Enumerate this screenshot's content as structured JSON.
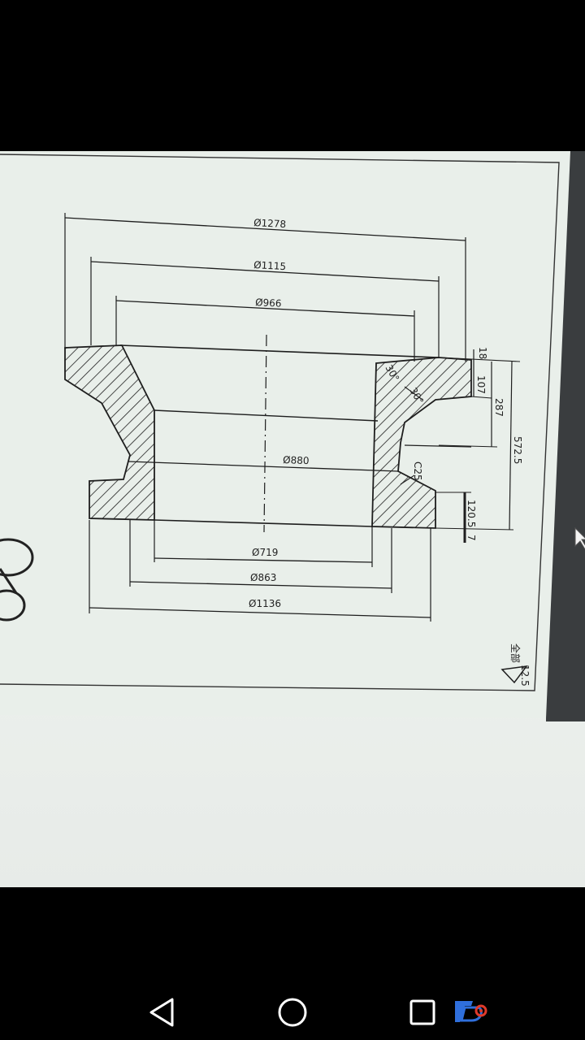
{
  "drawing": {
    "dimensions": {
      "d1278": "Ø1278",
      "d1115": "Ø1115",
      "d966": "Ø966",
      "d880": "Ø880",
      "d719": "Ø719",
      "d863": "Ø863",
      "d1136": "Ø1136",
      "h18": "18",
      "h107": "107",
      "h287": "287",
      "h572": "572.5",
      "h120": "120.5",
      "h7": "7",
      "chamfer": "C25",
      "angle1": "30°",
      "angle2": "30°"
    },
    "surface_note": "全部",
    "roughness": "12.5"
  },
  "navigation": {
    "back_icon": "triangle-back-icon",
    "home_icon": "circle-home-icon",
    "recents_icon": "square-recents-icon"
  },
  "colors": {
    "line": "#1e1e1e",
    "paper": "#e9eee9",
    "nav_icon": "#ffffff",
    "app_icon_blue": "#2f6fdc",
    "app_icon_red": "#e03a2b"
  }
}
